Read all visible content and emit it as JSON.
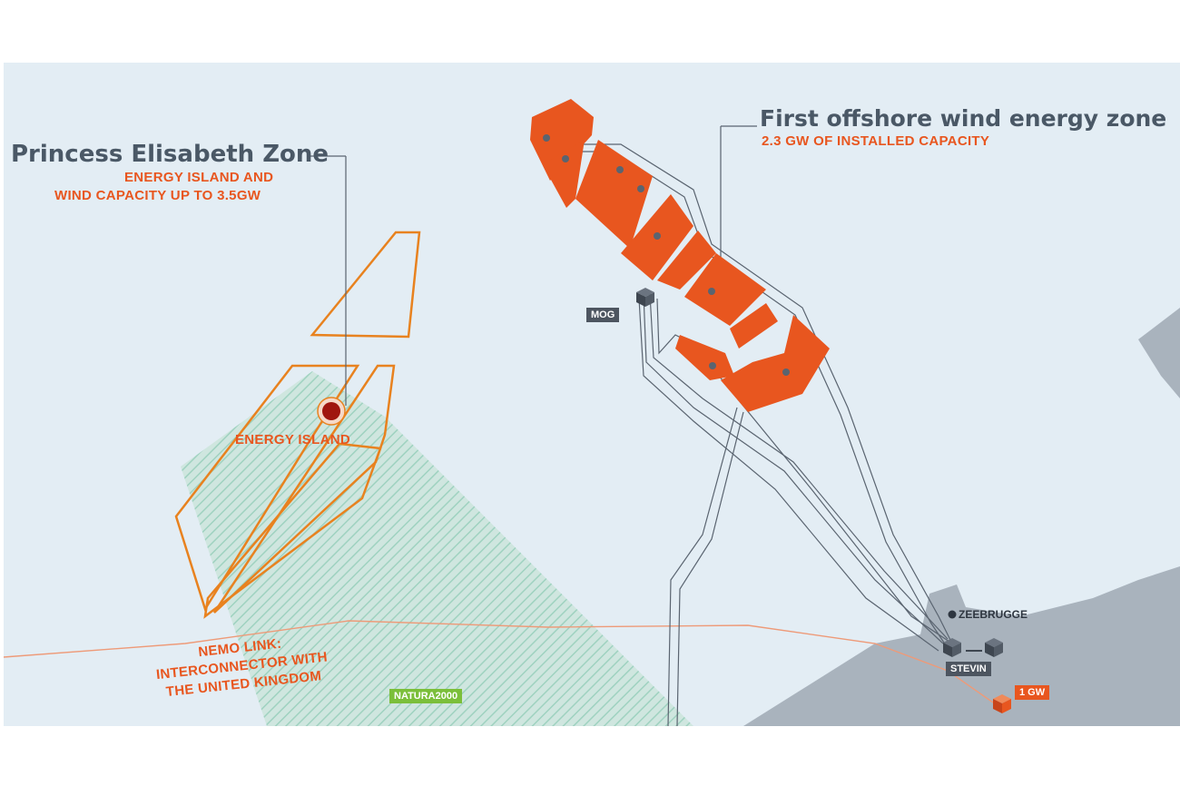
{
  "zones": {
    "princess": {
      "title": "Princess Elisabeth Zone",
      "subtitle_line1": "ENERGY ISLAND AND",
      "subtitle_line2": "WIND CAPACITY UP TO 3.5GW"
    },
    "first": {
      "title": "First offshore wind energy zone",
      "subtitle": "2.3 GW OF INSTALLED CAPACITY"
    }
  },
  "labels": {
    "energy_island": "ENERGY ISLAND",
    "mog": "MOG",
    "zeebrugge": "ZEEBRUGGE",
    "stevin": "STEVIN",
    "natura": "NATURA2000",
    "one_gw": "1 GW",
    "nemo_line1": "NEMO LINK:",
    "nemo_line2": "INTERCONNECTOR WITH",
    "nemo_line3": "THE UNITED KINGDOM"
  },
  "colors": {
    "sea": "#e3edf4",
    "land": "#a9b3bd",
    "wind_farm": "#e8561f",
    "natura_hatch": "#9fd2c0",
    "cable": "#5a6470",
    "energy_island_dot": "#a0160f"
  }
}
